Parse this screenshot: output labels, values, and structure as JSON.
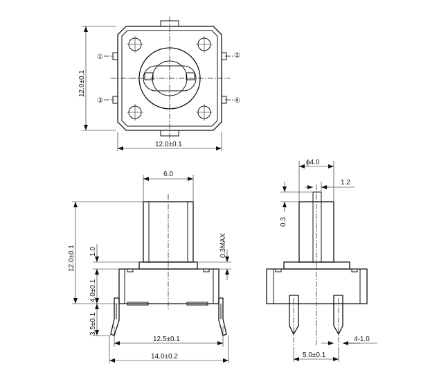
{
  "top_view": {
    "width_dim": "12.0±0.1",
    "height_dim": "12.0±0.1",
    "pins": [
      {
        "label": "①"
      },
      {
        "label": "②"
      },
      {
        "label": "③"
      },
      {
        "label": "④"
      }
    ]
  },
  "front_view": {
    "actuator_width": "6.0",
    "total_height": "12.0±0.1",
    "flange_height": "1.0",
    "body_height": "4.0±0.1",
    "lead_height": "3.5±0.1",
    "gap_max": "0.3MAX",
    "pin_span": "12.5±0.1",
    "overall_width": "14.0±0.2"
  },
  "side_view": {
    "diameter": "ϕ4.0",
    "slot_width": "1.2",
    "top_step": "0.3",
    "pin_pitch": "5.0±0.1",
    "pin_note": "4-1.0"
  }
}
